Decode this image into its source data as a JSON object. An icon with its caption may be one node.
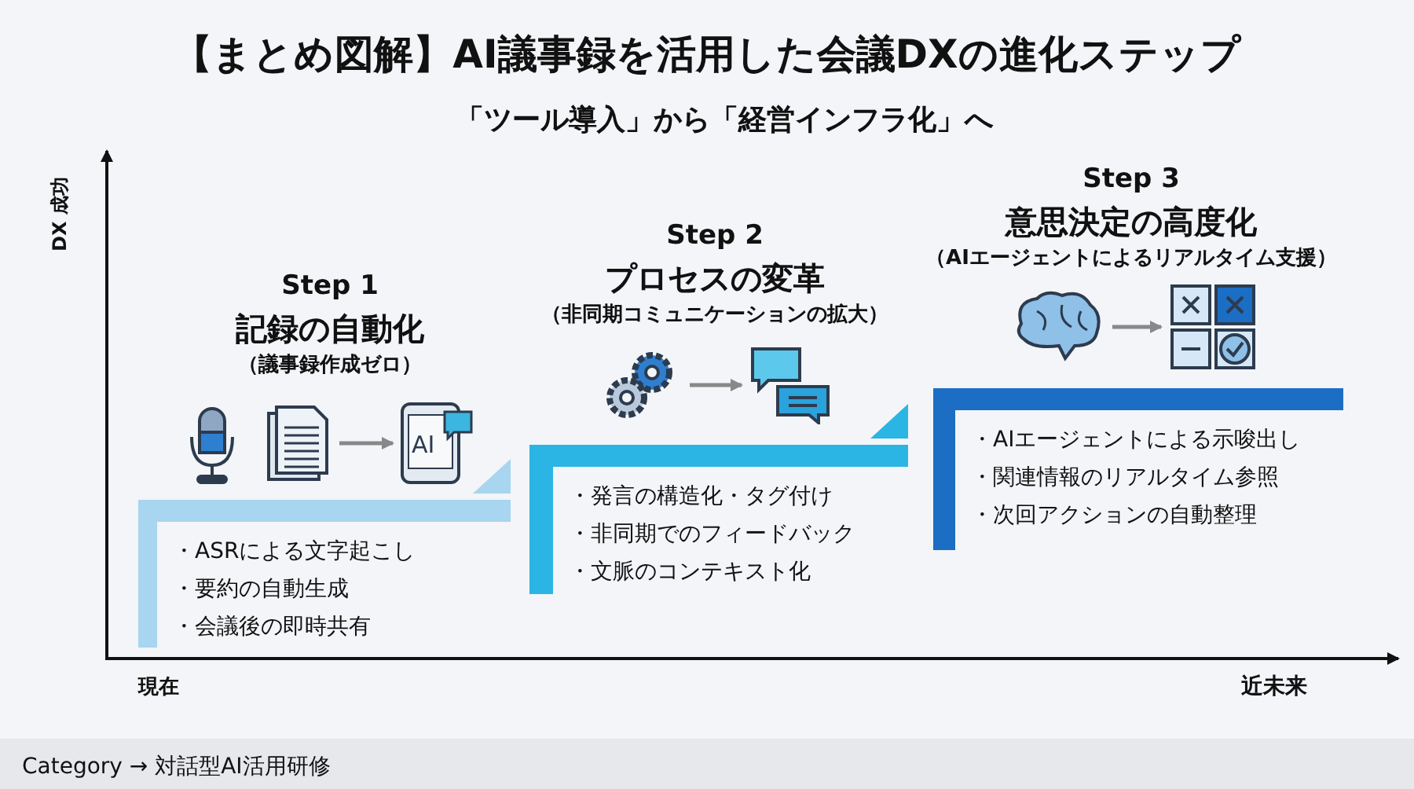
{
  "diagram": {
    "title": "【まとめ図解】AI議事録を活用した会議DXの進化ステップ",
    "nodes": [
      {
        "text": [
          "・ASRによる文字起こし",
          "・要約の自動生成",
          "・会議後の即時共有"
        ]
      },
      {
        "text": [],
        "shape": "microphone"
      },
      {
        "text": [],
        "shape": "document"
      },
      {
        "text": [
          "AI"
        ]
      },
      {
        "text": [
          "・発言の構造化・タグ付け",
          "・非同期でのフィードバック",
          "・文脈のコンテキスト化"
        ]
      },
      {
        "text": [],
        "shape": "gears"
      },
      {
        "text": [],
        "shape": "chat"
      },
      {
        "text": [
          "・AIエージェントによる示唆出し",
          "・関連情報のリアルタイム参照",
          "・次回アクションの自動整理"
        ]
      },
      {
        "text": [],
        "shape": "brain"
      },
      {
        "text": [],
        "shape": "calculator"
      }
    ],
    "edges": [
      {
        "from": 2,
        "to": 3,
        "arrow": "to"
      },
      {
        "from": 5,
        "to": 6,
        "arrow": "to"
      },
      {
        "from": 8,
        "to": 9,
        "arrow": "to"
      }
    ],
    "labels": [
      "「ツール導入」から「経営インフラ化」へ",
      "Step 3",
      "意思決定の高度化",
      "（AIエージェントによるリアルタイム支援）",
      "DX 成功",
      "Step 2",
      "プロセスの変革",
      "（非同期コミュニケーションの拡大）",
      "Step 1",
      "記録の自動化",
      "（議事録作成ゼロ）",
      "現在",
      "近未来",
      "Category → 対話型AI活用研修"
    ]
  }
}
